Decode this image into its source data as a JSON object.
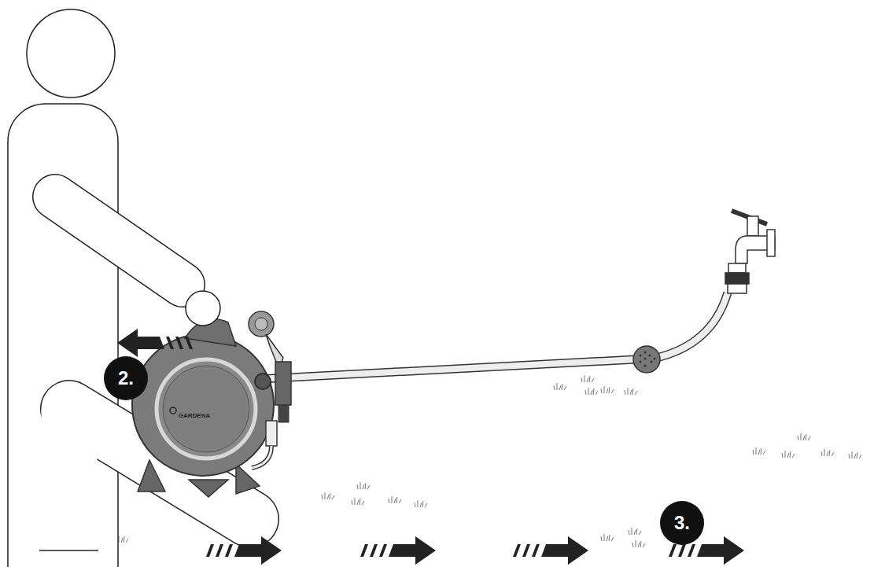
{
  "diagram": {
    "labels": [
      "2.",
      "3.",
      "GARDENA"
    ]
  }
}
